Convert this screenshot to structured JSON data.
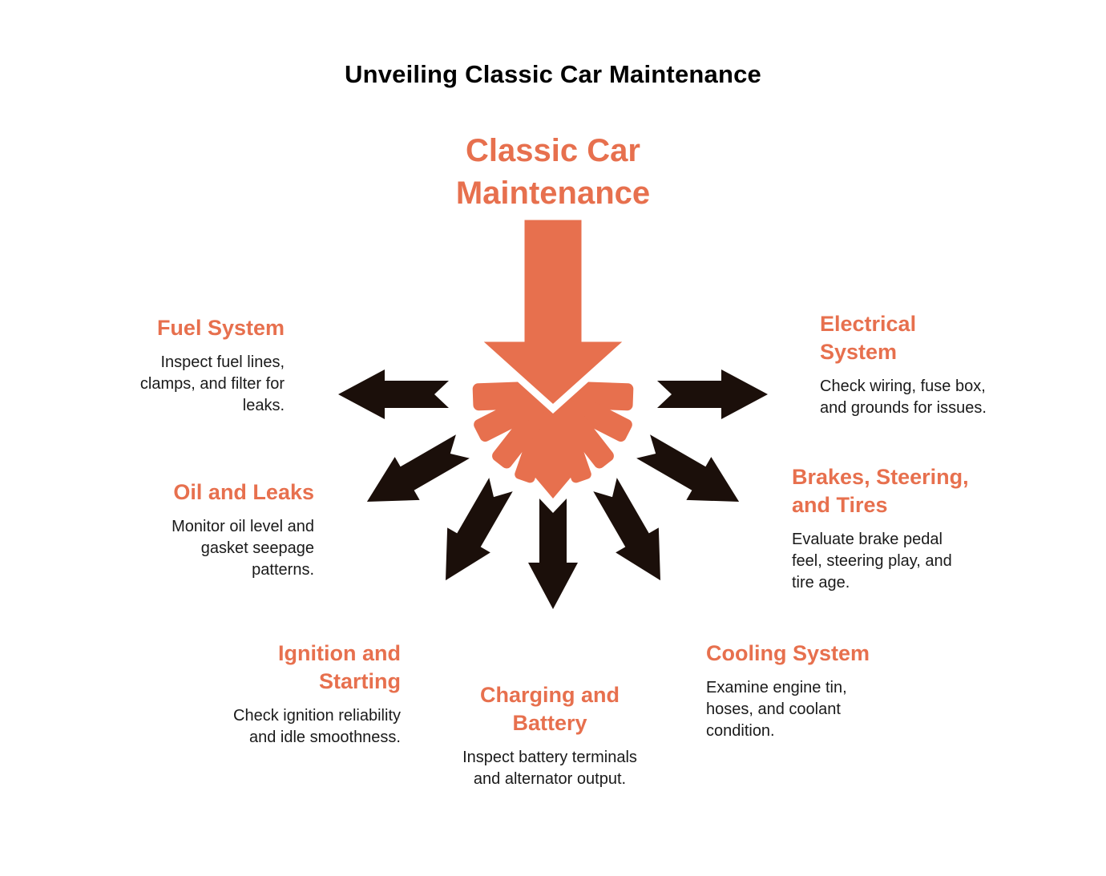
{
  "page_title": "Unveiling Classic Car Maintenance",
  "center": {
    "title": "Classic Car\nMaintenance"
  },
  "colors": {
    "accent": "#E7704E",
    "ink": "#1B0F0A",
    "text": "#1A1A1A",
    "background": "#FFFFFF"
  },
  "graphic": {
    "center_icon": "large-down-arrow-into-ray-burst",
    "radial_arrow_count": 7
  },
  "topics": [
    {
      "id": "fuel-system",
      "title": "Fuel System",
      "description": "Inspect fuel lines,\nclamps, and filter for\nleaks."
    },
    {
      "id": "oil-and-leaks",
      "title": "Oil and Leaks",
      "description": "Monitor oil level and\ngasket seepage\npatterns."
    },
    {
      "id": "ignition-and-starting",
      "title": "Ignition and\nStarting",
      "description": "Check ignition reliability\nand idle smoothness."
    },
    {
      "id": "charging-and-battery",
      "title": "Charging and\nBattery",
      "description": "Inspect battery terminals\nand alternator output."
    },
    {
      "id": "electrical-system",
      "title": "Electrical\nSystem",
      "description": "Check wiring, fuse box,\nand grounds for issues."
    },
    {
      "id": "brakes-steering-and-tires",
      "title": "Brakes, Steering,\nand Tires",
      "description": "Evaluate brake pedal\nfeel, steering play, and\ntire age."
    },
    {
      "id": "cooling-system",
      "title": "Cooling System",
      "description": "Examine engine tin,\nhoses, and coolant\ncondition."
    }
  ]
}
